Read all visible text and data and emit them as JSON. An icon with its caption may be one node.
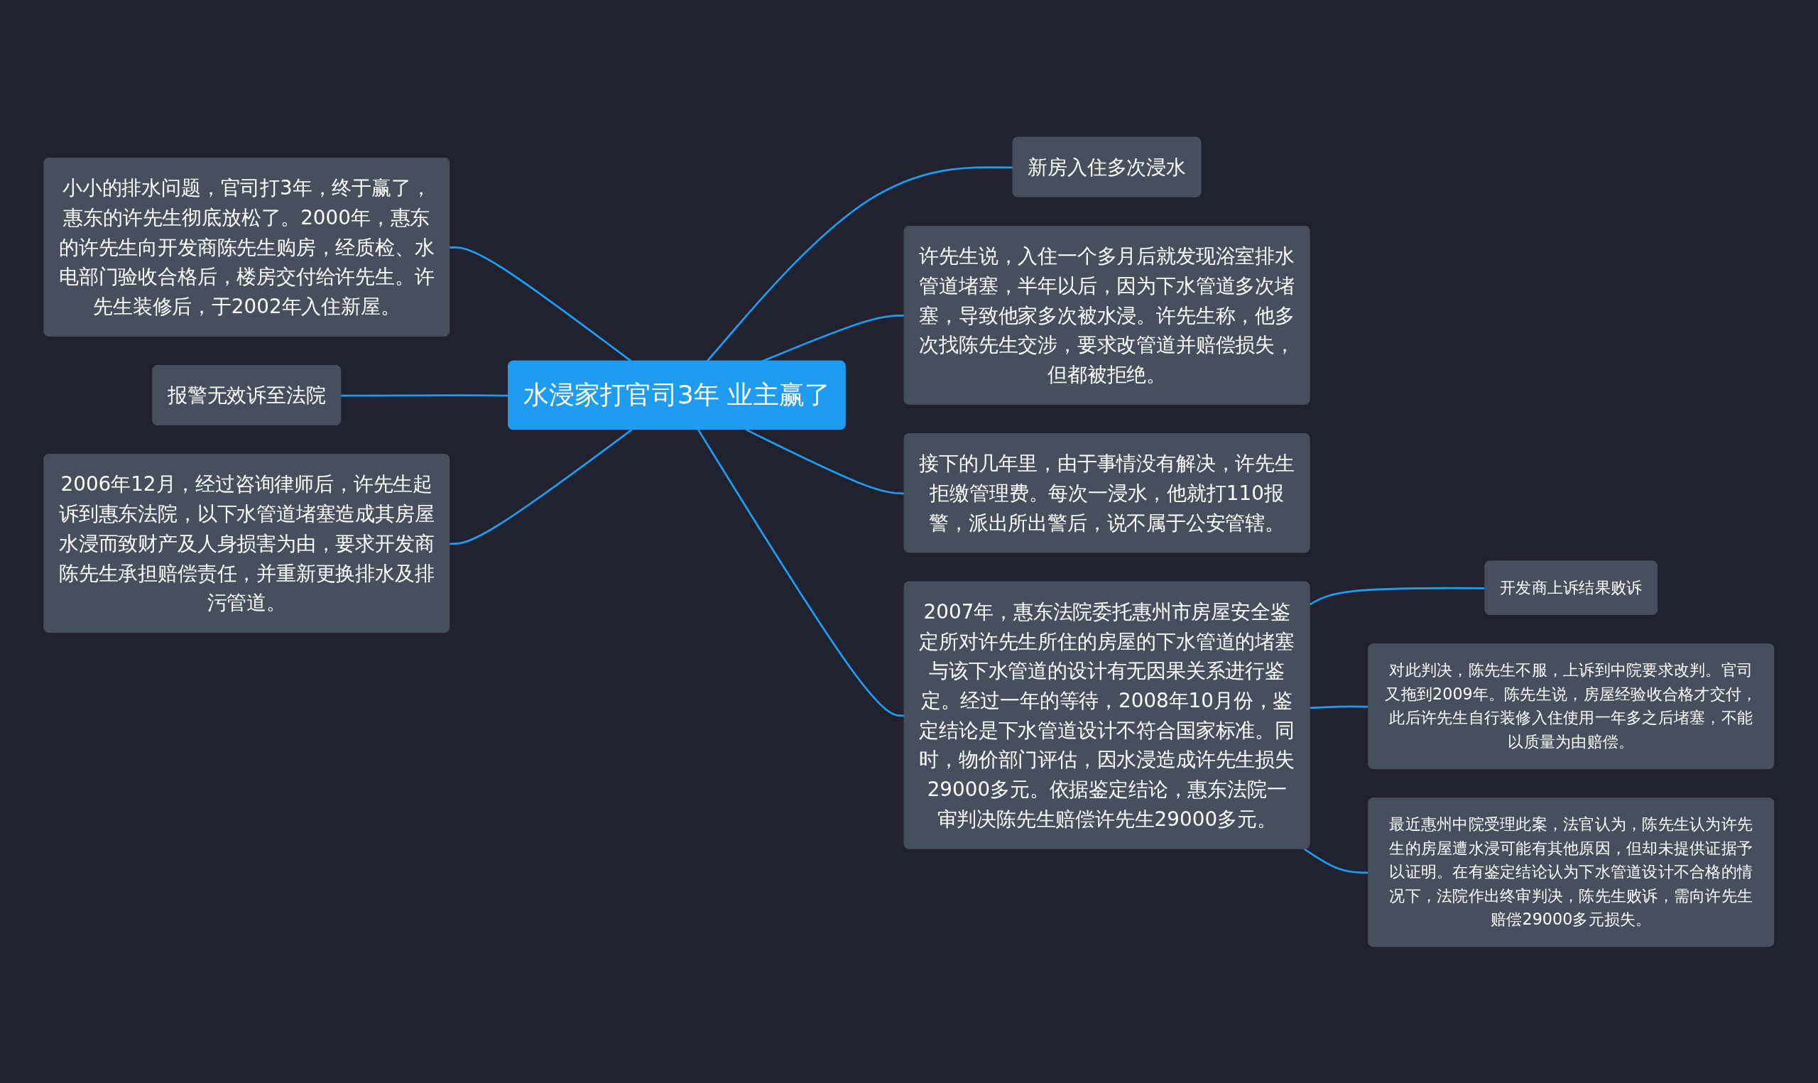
{
  "diagram": {
    "nodes": [
      {
        "text": [
          "水浸家打官司3年 业主赢了"
        ]
      },
      {
        "text": [
          "小小的排水问题，官司打3年，终于赢了，惠东的许先生彻底放松了。2000年，惠东的许先生向开发商陈先生购房，经质检、水电部门验收合格后，楼房交付给许先生。许先生装修后，于2002年入住新屋。"
        ]
      },
      {
        "text": [
          "报警无效诉至法院"
        ]
      },
      {
        "text": [
          "2006年12月，经过咨询律师后，许先生起诉到惠东法院，以下水管道堵塞造成其房屋水浸而致财产及人身损害为由，要求开发商陈先生承担赔偿责任，并重新更换排水及排污管道。"
        ]
      },
      {
        "text": [
          "新房入住多次浸水"
        ]
      },
      {
        "text": [
          "许先生说，入住一个多月后就发现浴室排水管道堵塞，半年以后，因为下水管道多次堵塞，导致他家多次被水浸。许先生称，他多次找陈先生交涉，要求改管道并赔偿损失，但都被拒绝。"
        ]
      },
      {
        "text": [
          "接下的几年里，由于事情没有解决，许先生拒缴管理费。每次一浸水，他就打110报警，派出所出警后，说不属于公安管辖。"
        ]
      },
      {
        "text": [
          "2007年，惠东法院委托惠州市房屋安全鉴定所对许先生所住的房屋的下水管道的堵塞与该下水管道的设计有无因果关系进行鉴定。经过一年的等待，2008年10月份，鉴定结论是下水管道设计不符合国家标准。同时，物价部门评估，因水浸造成许先生损失29000多元。依据鉴定结论，惠东法院一审判决陈先生赔偿许先生29000多元。"
        ]
      },
      {
        "text": [
          "开发商上诉结果败诉"
        ]
      },
      {
        "text": [
          "对此判决，陈先生不服，上诉到中院要求改判。官司又拖到2009年。陈先生说，房屋经验收合格才交付，此后许先生自行装修入住使用一年多之后堵塞，不能以质量为由赔偿。"
        ]
      },
      {
        "text": [
          "最近惠州中院受理此案，法官认为，陈先生认为许先生的房屋遭水浸可能有其他原因，但却未提供证据予以证明。在有鉴定结论认为下水管道设计不合格的情况下，法院作出终审判决，陈先生败诉，需向许先生赔偿29000多元损失。"
        ]
      }
    ],
    "edges": [
      {
        "from": 1,
        "to": 0,
        "arrow": "none"
      },
      {
        "from": 2,
        "to": 0,
        "arrow": "none"
      },
      {
        "from": 3,
        "to": 0,
        "arrow": "none"
      },
      {
        "from": 0,
        "to": 4,
        "arrow": "none"
      },
      {
        "from": 0,
        "to": 5,
        "arrow": "none"
      },
      {
        "from": 0,
        "to": 6,
        "arrow": "none"
      },
      {
        "from": 0,
        "to": 7,
        "arrow": "none"
      },
      {
        "from": 7,
        "to": 8,
        "arrow": "none"
      },
      {
        "from": 7,
        "to": 9,
        "arrow": "none"
      },
      {
        "from": 7,
        "to": 10,
        "arrow": "none"
      }
    ]
  }
}
